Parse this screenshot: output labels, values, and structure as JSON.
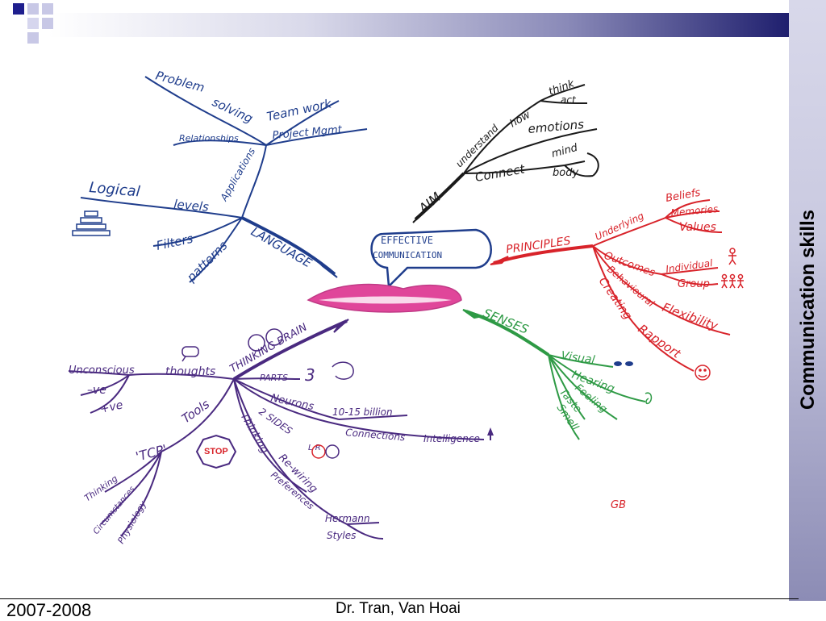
{
  "slide": {
    "side_title": "Communication skills",
    "footer_year": "2007-2008",
    "footer_author": "Dr. Tran, Van Hoai"
  },
  "colors": {
    "header_dark": "#1f1f6e",
    "band_light": "#d8d8ea",
    "language_blue": "#1f3d8c",
    "aim_black": "#1a1a1a",
    "principles_red": "#d8232a",
    "senses_green": "#2e9a45",
    "brain_purple": "#4a2a80",
    "lips_pink": "#e0469a"
  },
  "mindmap": {
    "center": {
      "line1": "EFFECTIVE",
      "line2": "COMMUNICATION"
    },
    "language": {
      "label": "LANGUAGE",
      "applications": "Applications",
      "problem": "Problem",
      "solving": "solving",
      "team_work": "Team work",
      "relationships": "Relationships",
      "project_mgmt": "Project Mgmt",
      "logical": "Logical",
      "levels": "levels",
      "filters": "Filters",
      "patterns": "patterns"
    },
    "aim": {
      "label": "AIM",
      "understand": "understand",
      "how": "how",
      "think": "think",
      "act": "act",
      "emotions": "emotions",
      "connect": "Connect",
      "mind": "mind",
      "body": "body"
    },
    "principles": {
      "label": "PRINCIPLES",
      "underlying": "Underlying",
      "beliefs": "Beliefs",
      "memories": "Memories",
      "values": "Values",
      "outcomes": "Outcomes",
      "individual": "Individual",
      "group": "Group",
      "behavioural": "Behavioural",
      "flexibility": "Flexibility",
      "creating": "Creating",
      "rapport": "Rapport"
    },
    "senses": {
      "label": "SENSES",
      "visual": "Visual",
      "hearing": "Hearing",
      "feeling": "Feeling",
      "taste": "Taste",
      "smell": "Smell"
    },
    "brain": {
      "label": "THINKING BRAIN",
      "thoughts": "thoughts",
      "unconscious": "Unconscious",
      "neg": "–ve",
      "pos": "+ve",
      "parts": "PARTS",
      "three": "3",
      "neurons": "Neurons",
      "billion": "10-15 billion",
      "two_sides": "2 SIDES",
      "lr": "L  R",
      "connections": "Connections",
      "intelligence": "Intelligence",
      "tools": "Tools",
      "tcp": "'TCP'",
      "stop": "STOP",
      "thinking": "Thinking",
      "rewiring": "Re-wiring",
      "preferences": "Preferences",
      "hermann": "Hermann",
      "styles": "Styles",
      "t_thinking": "Thinking",
      "circumstances": "Circumstances",
      "physiology": "Physiology"
    },
    "signature": "GB"
  }
}
